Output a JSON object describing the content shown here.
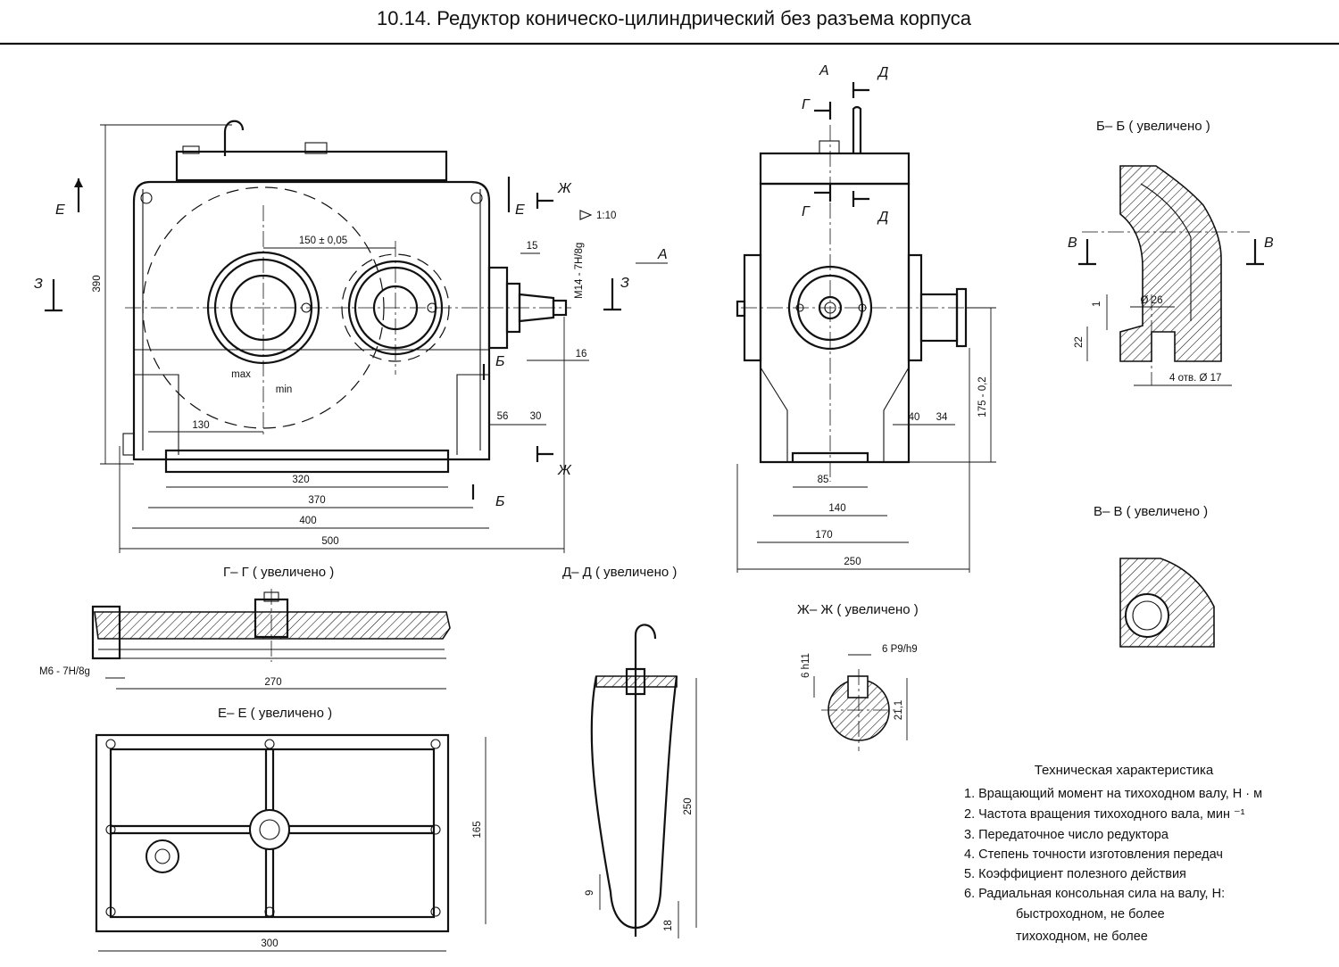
{
  "title": "10.14. Редуктор коническо-цилиндрический без разъема корпуса",
  "marks": {
    "A": "А",
    "B": "Б",
    "V": "В",
    "G": "Г",
    "D": "Д",
    "E": "Е",
    "ZH": "Ж",
    "Z": "З"
  },
  "views": {
    "bb": "Б– Б  ( увеличено )",
    "vv": "В– В  ( увеличено )",
    "gg": "Г– Г  ( увеличено )",
    "dd": "Д– Д  ( увеличено )",
    "ee": "Е– Е  ( увеличено )",
    "zhzh": "Ж– Ж  ( увеличено )"
  },
  "dims": {
    "d150": "150 ± 0,05",
    "d15": "15",
    "d390": "390",
    "d130": "130",
    "d320": "320",
    "d370": "370",
    "d400": "400",
    "d500": "500",
    "d56": "56",
    "d30": "30",
    "d16": "16",
    "taper": "1:10",
    "thread14": "M14 - 7H/8g",
    "max": "max",
    "min": "min",
    "d85": "85",
    "d140": "140",
    "d170": "170",
    "d250": "250",
    "d40": "40",
    "d34": "34",
    "d175": "175 - 0,2",
    "d1": "1",
    "d22": "22",
    "d26": "Ø 26",
    "holes": "4 отв. Ø 17",
    "thread6": "M6 - 7H/8g",
    "d270": "270",
    "d165": "165",
    "d300": "300",
    "d250b": "250",
    "d9": "9",
    "d18": "18",
    "h11": "6 h11",
    "p9": "6 P9/h9",
    "d211": "21,1"
  },
  "spec": {
    "heading": "Техническая характеристика",
    "items": [
      "1. Вращающий момент на тихоходном валу, Н · м",
      "2. Частота вращения тихоходного вала, мин ⁻¹",
      "3. Передаточное число редуктора",
      "4. Степень точности изготовления передач",
      "5. Коэффициент полезного действия",
      "6. Радиальная консольная сила на валу, Н:",
      "быстроходном, не более",
      "тихоходном, не более"
    ]
  }
}
